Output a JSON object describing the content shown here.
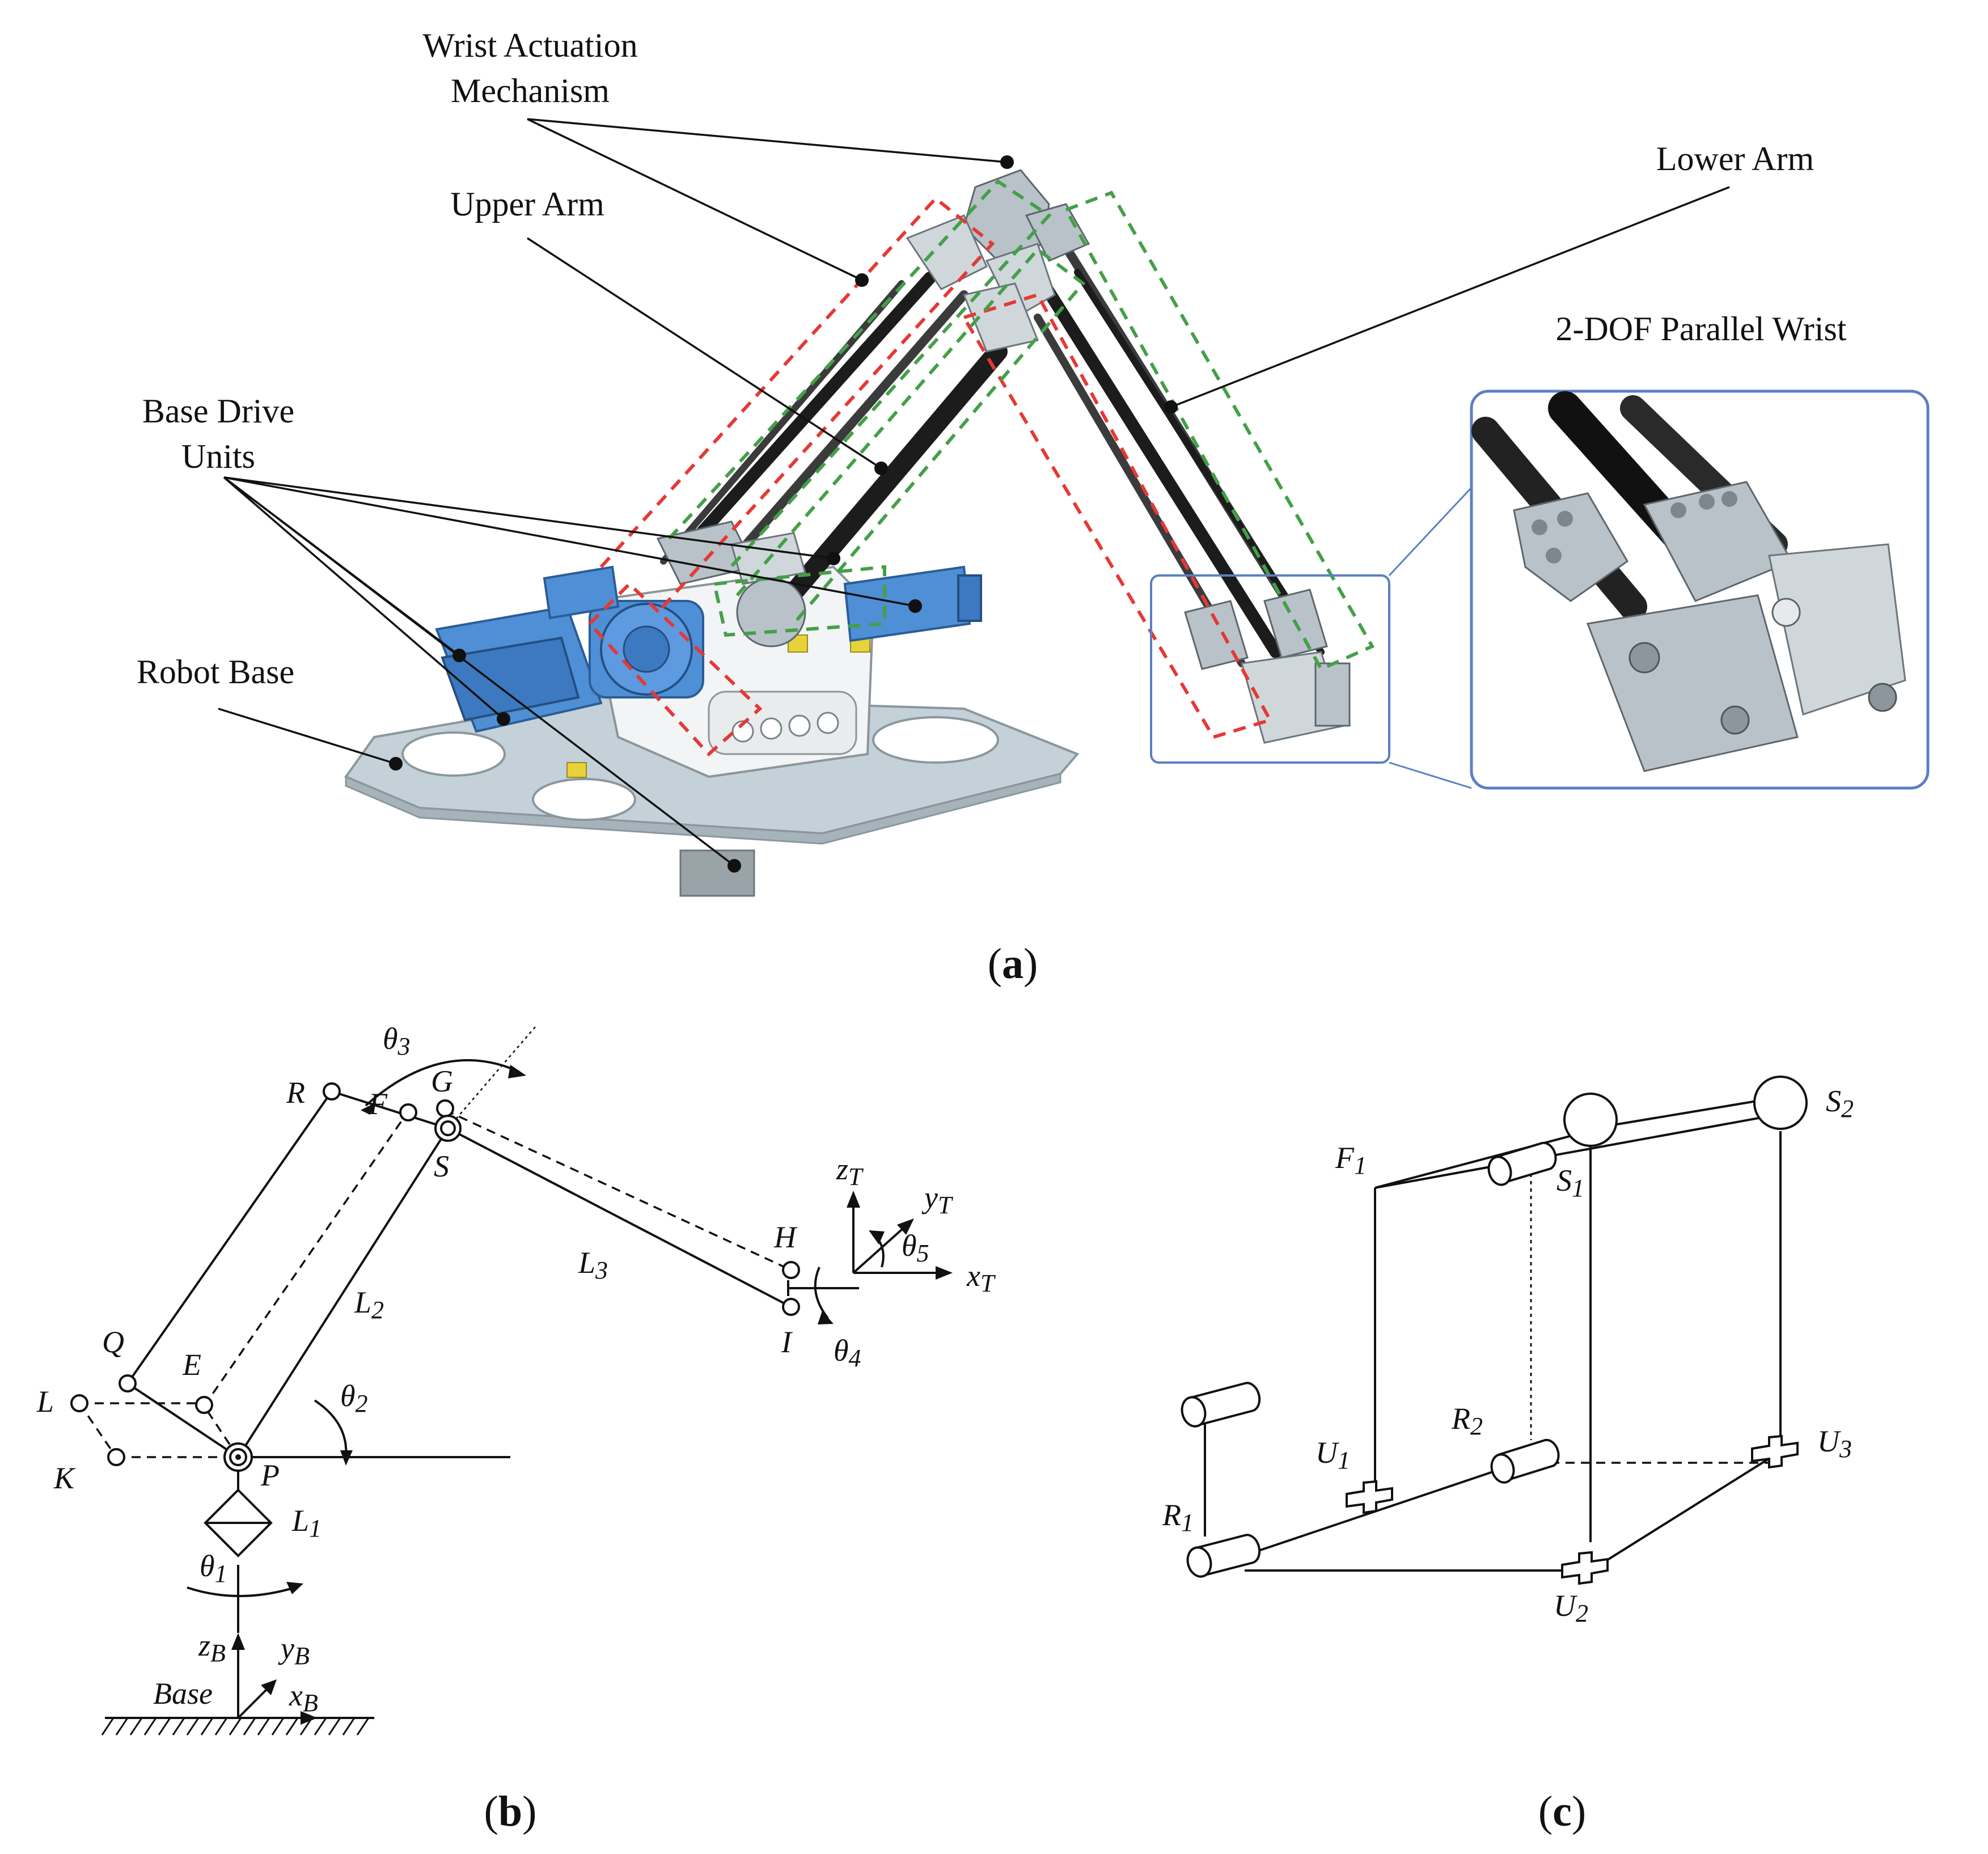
{
  "panel_a": {
    "caption": "(a)",
    "label_wrist_actuation_1": "Wrist Actuation",
    "label_wrist_actuation_2": "Mechanism",
    "label_upper_arm": "Upper Arm",
    "label_lower_arm": "Lower Arm",
    "label_parallel_wrist": "2-DOF Parallel Wrist",
    "label_base_drive_1": "Base Drive",
    "label_base_drive_2": "Units",
    "label_robot_base": "Robot Base",
    "colors": {
      "motor": "#4f8fd6",
      "red_outline": "#e53935",
      "green_outline": "#43a047",
      "inset_frame": "#5b7fc4"
    }
  },
  "panel_b": {
    "caption": "(b)",
    "points": {
      "R": "R",
      "F": "F",
      "G": "G",
      "S": "S",
      "Q": "Q",
      "E": "E",
      "L": "L",
      "K": "K",
      "P": "P",
      "H": "H",
      "I": "I"
    },
    "theta": "θ",
    "theta_subs": {
      "t1": "1",
      "t2": "2",
      "t3": "3",
      "t4": "4",
      "t5": "5"
    },
    "L_subs": {
      "l1": "1",
      "l2": "2",
      "l3": "3"
    },
    "link_letter": "L",
    "axes": {
      "z": "z",
      "y": "y",
      "x": "x",
      "tool_sub": "T",
      "base_sub": "B"
    },
    "base_label": "Base"
  },
  "panel_c": {
    "caption": "(c)",
    "F": "F",
    "S": "S",
    "U": "U",
    "R": "R",
    "subs": {
      "one": "1",
      "two": "2",
      "three": "3"
    }
  }
}
